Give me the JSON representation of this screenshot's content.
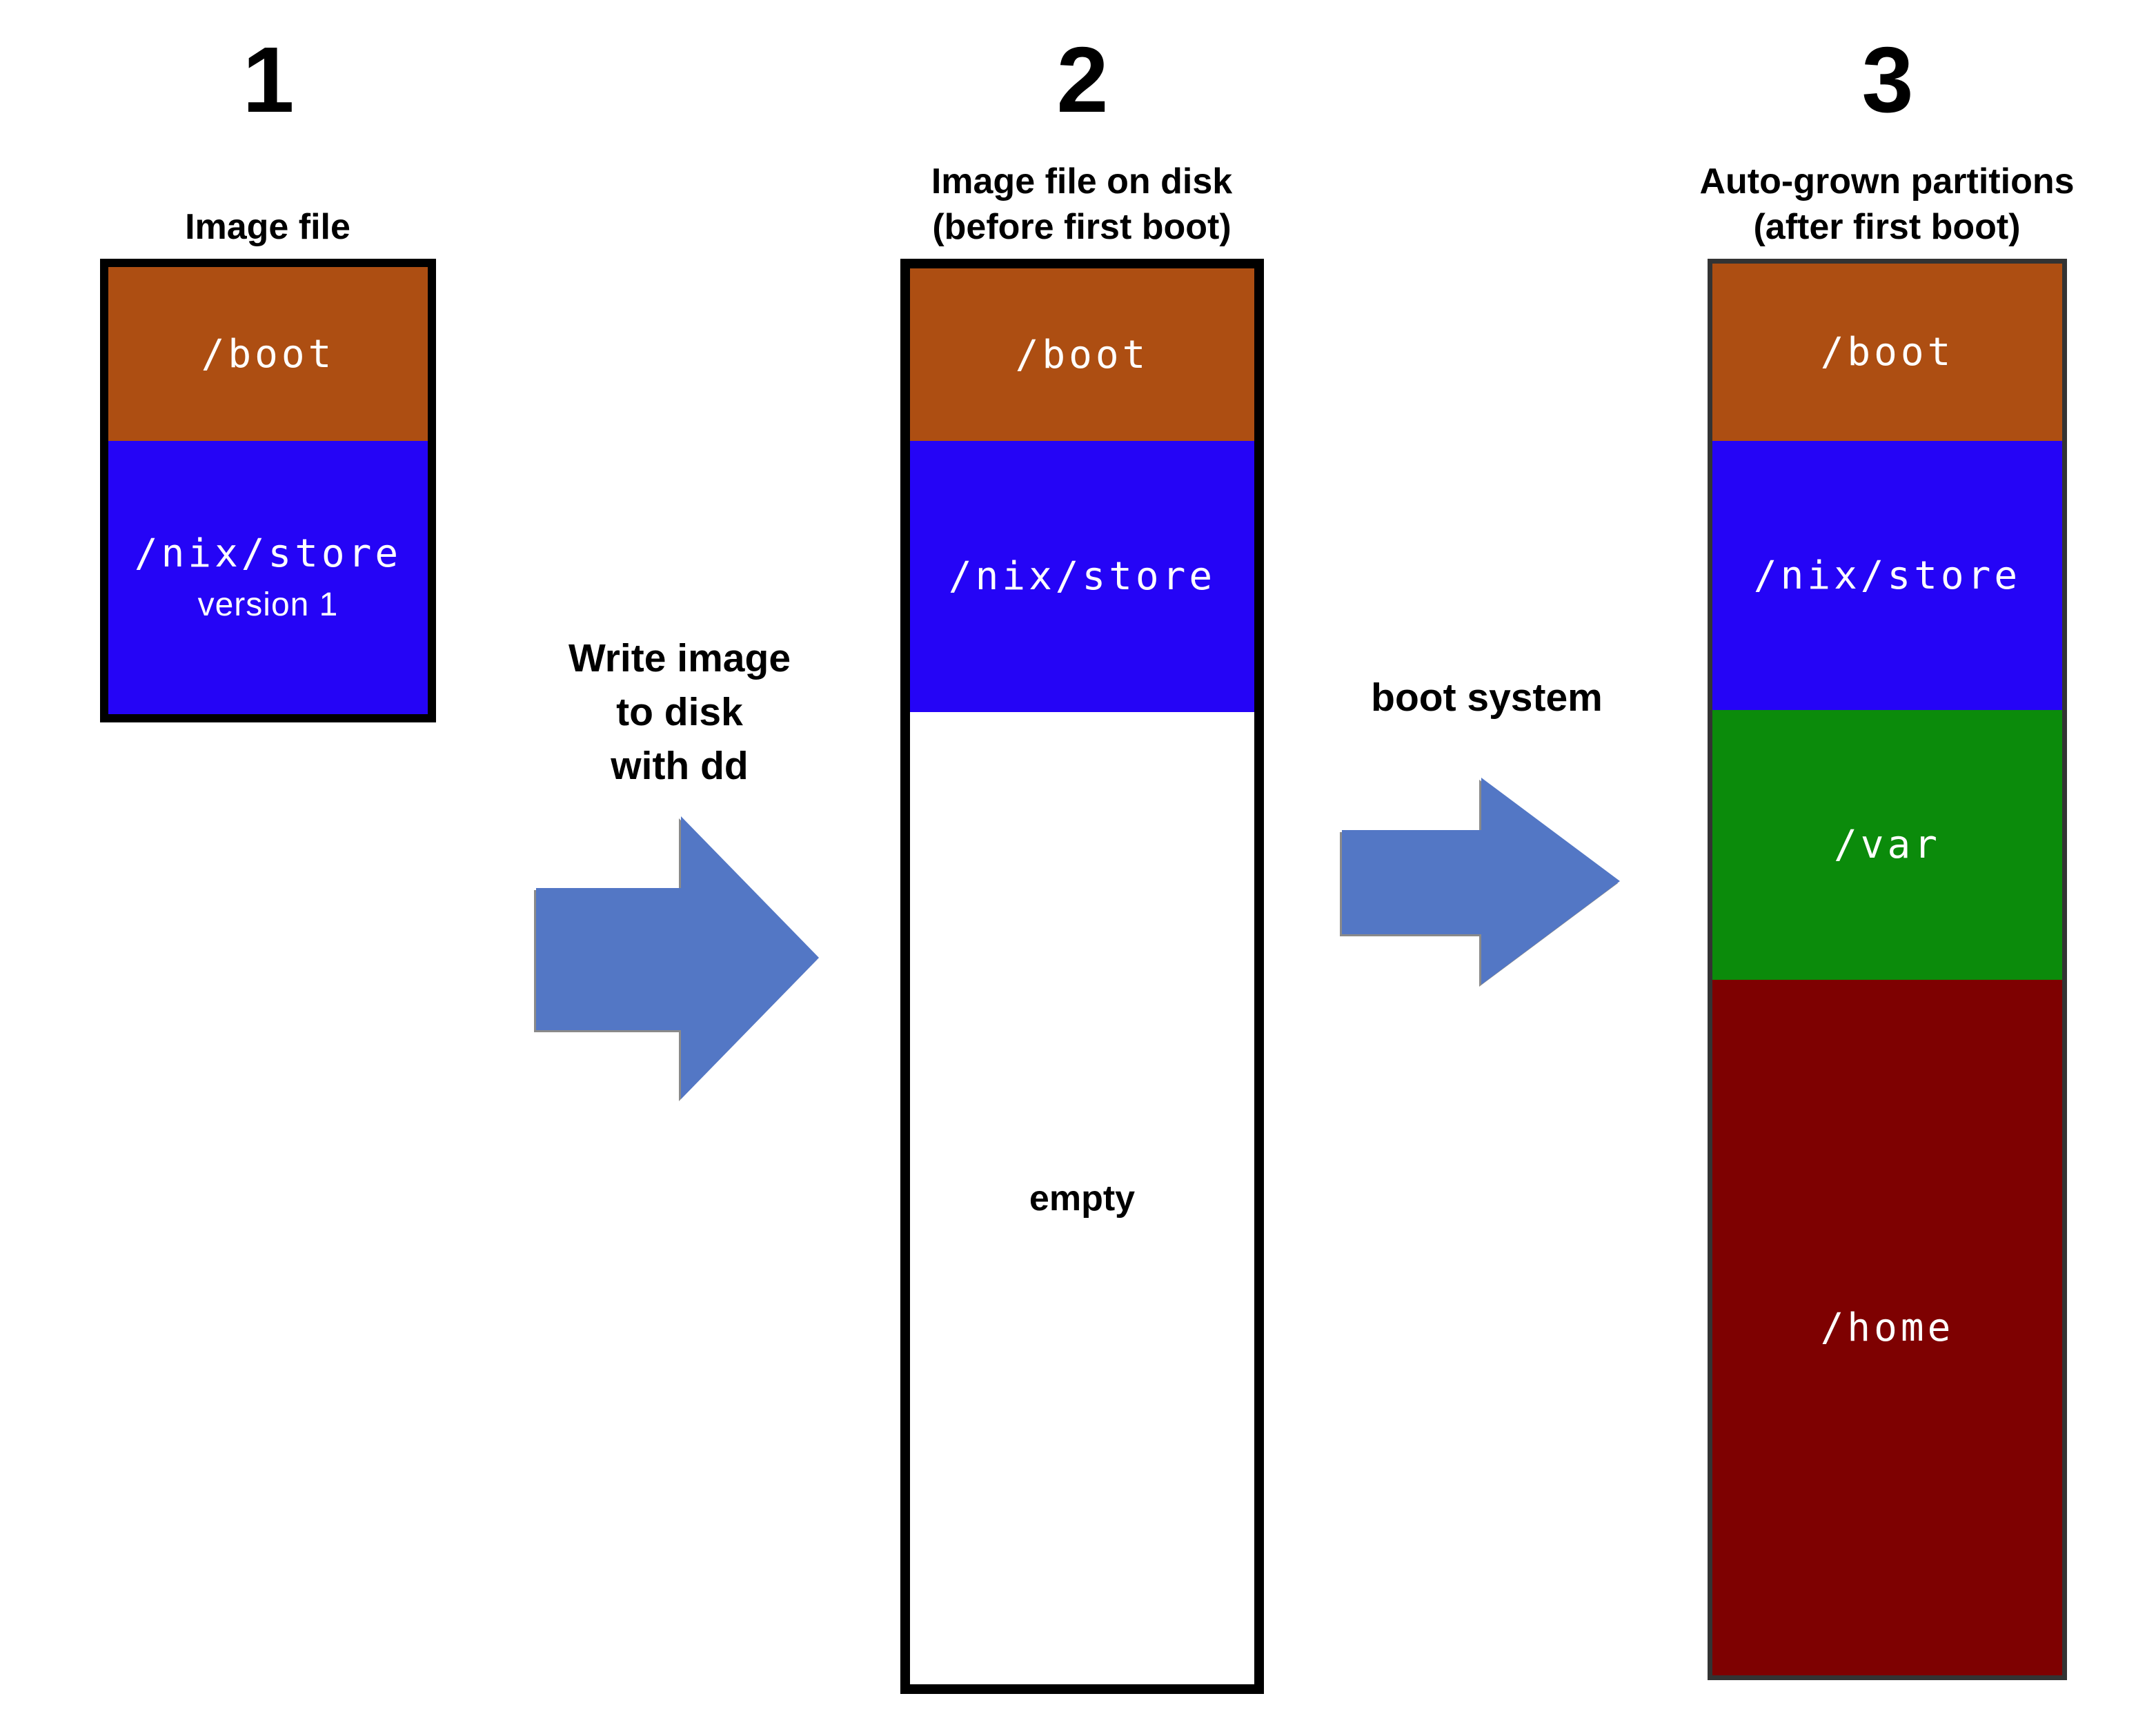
{
  "colors": {
    "boot": "#AD4E12",
    "nix_store": "#2504F6",
    "var": "#0B8B0B",
    "home": "#7E0101",
    "empty": "#FFFFFF",
    "arrow": "#5377C5",
    "heading_text": "#000000",
    "partition_text": "#FFFFFF"
  },
  "steps": [
    {
      "number": "1",
      "subtitle_lines": [
        "Image file"
      ]
    },
    {
      "number": "2",
      "subtitle_lines": [
        "Image file on disk",
        "(before first boot)"
      ]
    },
    {
      "number": "3",
      "subtitle_lines": [
        "Auto-grown partitions",
        "(after first boot)"
      ]
    }
  ],
  "disks": {
    "image_file": {
      "partitions": [
        {
          "label": "/boot"
        },
        {
          "label": "/nix/store",
          "sublabel": "version 1"
        }
      ]
    },
    "on_disk": {
      "partitions": [
        {
          "label": "/boot"
        },
        {
          "label": "/nix/store"
        },
        {
          "label": "empty"
        }
      ]
    },
    "auto_grown": {
      "partitions": [
        {
          "label": "/boot"
        },
        {
          "label": "/nix/store"
        },
        {
          "label": "/var"
        },
        {
          "label": "/home"
        }
      ]
    }
  },
  "arrows": [
    {
      "label_lines": [
        "Write image",
        "to disk",
        "with dd"
      ]
    },
    {
      "label_lines": [
        "boot system"
      ]
    }
  ]
}
